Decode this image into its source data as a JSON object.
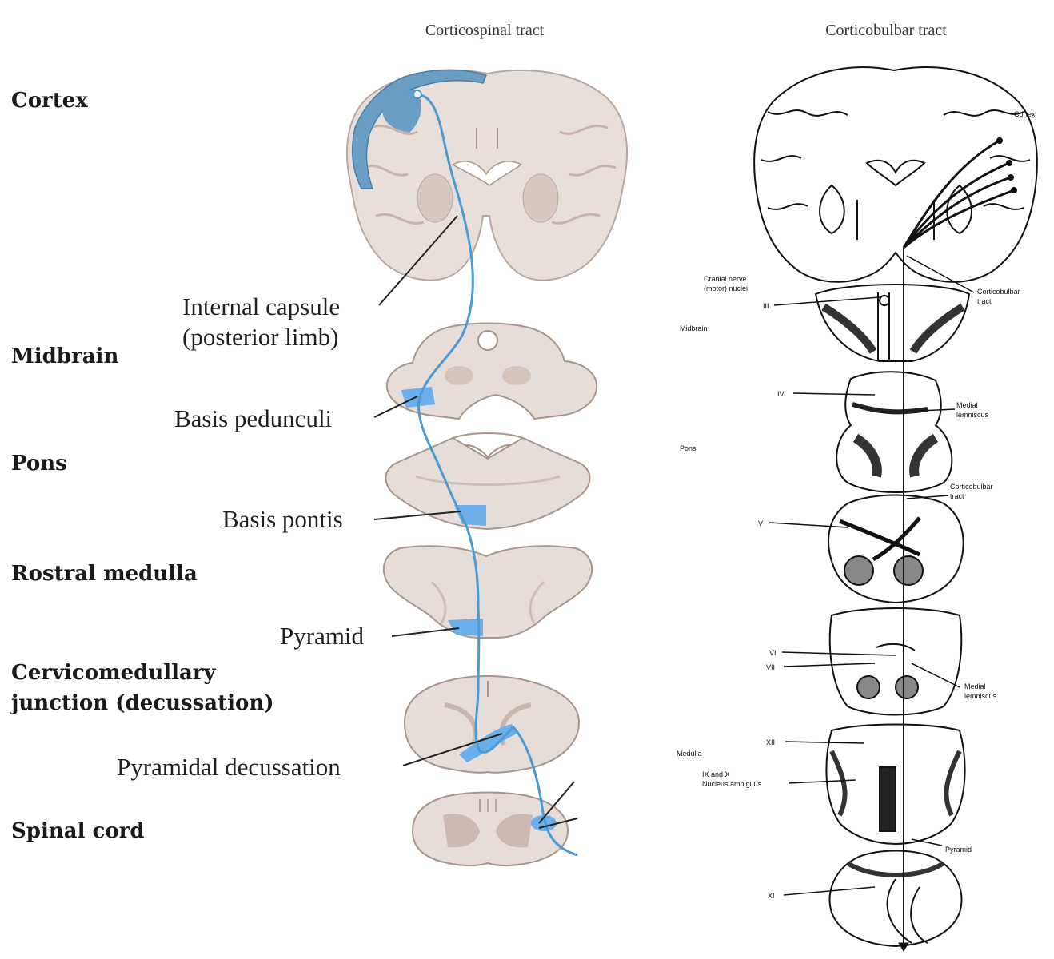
{
  "panels": {
    "left_title": "Corticospinal tract",
    "right_title": "Corticobulbar tract"
  },
  "levels": {
    "cortex": "Cortex",
    "midbrain": "Midbrain",
    "pons": "Pons",
    "rostral_medulla": "Rostral medulla",
    "cervico_line1": "Cervicomedullary",
    "cervico_line2": "junction (decussation)",
    "spinal_cord": "Spinal cord"
  },
  "left_labels": {
    "internal_capsule_1": "Internal capsule",
    "internal_capsule_2": "(posterior limb)",
    "basis_pedunculi": "Basis pedunculi",
    "basis_pontis": "Basis pontis",
    "pyramid": "Pyramid",
    "pyramidal_decussation": "Pyramidal decussation"
  },
  "right_labels": {
    "cortex": "Cortex",
    "cranial_nerve_1": "Cranial nerve",
    "cranial_nerve_2": "(motor) nuclei",
    "iii": "III",
    "corticobulbar_1": "Corticobulbar",
    "corticobulbar_2": "tract",
    "midbrain": "Midbrain",
    "iv": "IV",
    "medial_lemniscus_1a": "Medial",
    "medial_lemniscus_1b": "lemniscus",
    "pons": "Pons",
    "corticobulbar_b1": "Corticobulbar",
    "corticobulbar_b2": "tract",
    "v": "V",
    "vi": "VI",
    "vii": "VII",
    "medial_lemniscus_2a": "Medial",
    "medial_lemniscus_2b": "lemniscus",
    "medulla": "Medulla",
    "xii": "XII",
    "ix_x_1": "IX and X",
    "ix_x_2": "Nucleus ambiguus",
    "pyramid": "Pyramid",
    "xi": "XI"
  },
  "colors": {
    "tissue": "#e7ddd8",
    "tissue_dark": "#c9b8b1",
    "tract_blue": "#4a9ad6",
    "cortex_blue": "#6a9ec4",
    "ink": "#222222"
  }
}
